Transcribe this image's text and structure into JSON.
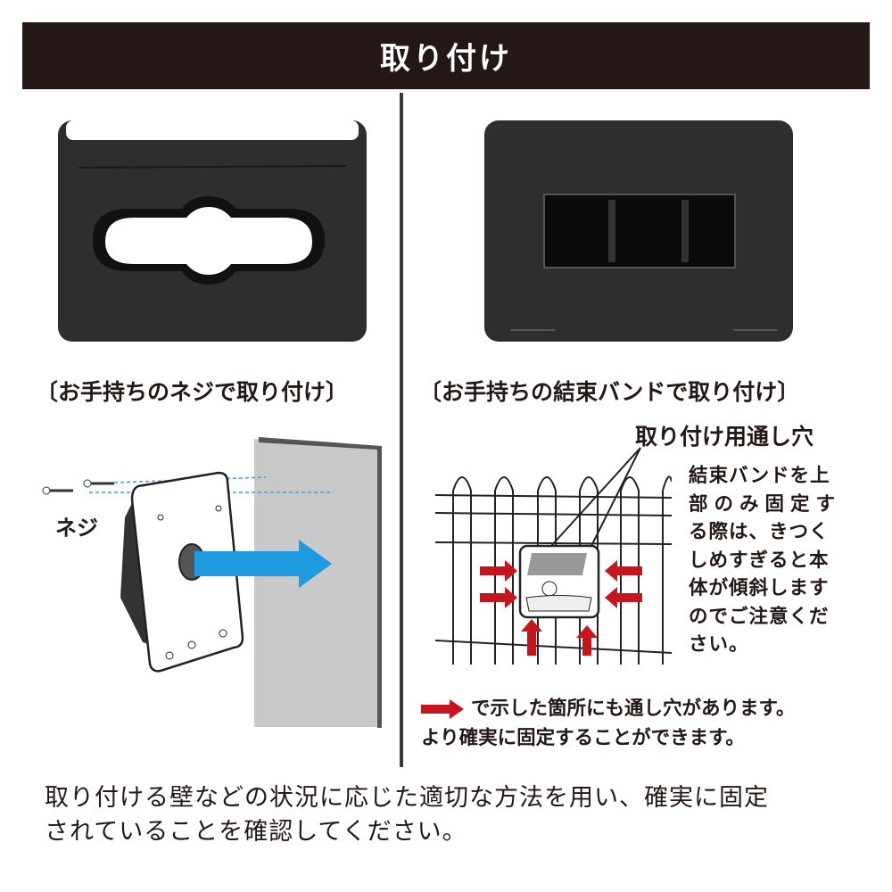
{
  "header": {
    "title": "取り付け"
  },
  "left": {
    "caption": "〔お手持ちのネジで取り付け〕",
    "screw_label": "ネジ"
  },
  "right": {
    "caption": "〔お手持ちの結束バンドで取り付け〕",
    "hole_label": "取り付け用通し穴",
    "note_lines": [
      "結束バンドを上",
      "部のみ固定す",
      "る際は、きつく",
      "しめすぎると本",
      "体が傾斜します",
      "のでご注意くだ",
      "さい。"
    ],
    "arrow_note_lines": [
      "で示した箇所にも通し穴があります。",
      "より確実に固定することができます。"
    ]
  },
  "footer": {
    "lines": [
      "取り付ける壁などの状況に応じた適切な方法を用い、確実に固定",
      "されていることを確認してください。"
    ]
  },
  "colors": {
    "header_bg": "#231815",
    "arrow_red": "#c4161c",
    "arrow_blue": "#1e9be0"
  }
}
